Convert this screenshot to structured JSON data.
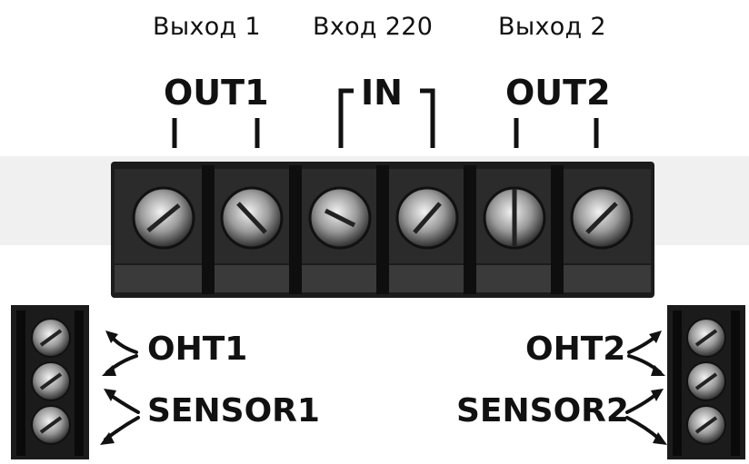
{
  "top_labels": {
    "out1_ru": "Выход 1",
    "in_ru": "Вход 220",
    "out2_ru": "Выход 2",
    "out1": "OUT1",
    "in": "IN",
    "out2": "OUT2"
  },
  "left_block": {
    "oht": "OHT1",
    "sensor": "SENSOR1"
  },
  "right_block": {
    "oht": "OHT2",
    "sensor": "SENSOR2"
  }
}
